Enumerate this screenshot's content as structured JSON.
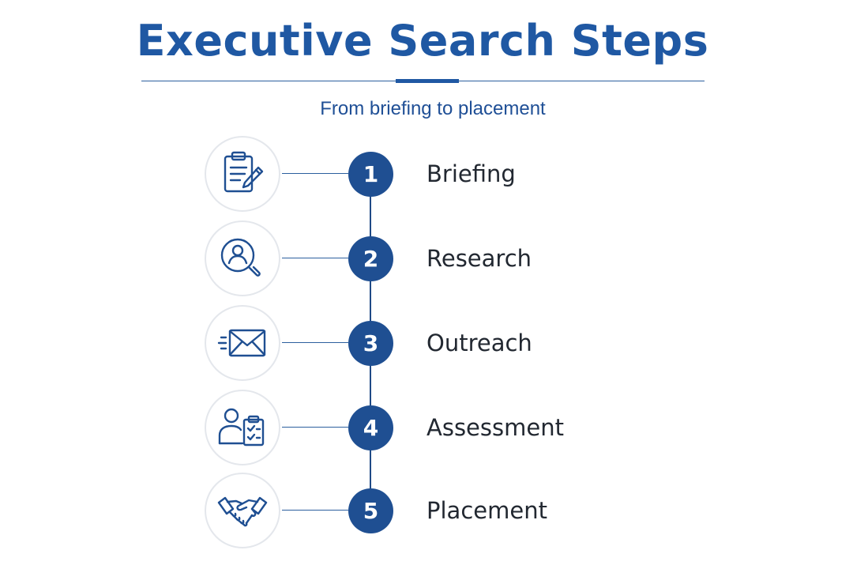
{
  "header": {
    "title": "Executive Search Steps",
    "subtitle": "From briefing to placement"
  },
  "colors": {
    "primary": "#1f58a3",
    "number_fill": "#1f4f92",
    "line": "#2c5f9e",
    "text": "#222831",
    "icon_ring": "#e4e7ec"
  },
  "steps": [
    {
      "number": "1",
      "label": "Briefing",
      "icon": "clipboard-pencil-icon"
    },
    {
      "number": "2",
      "label": "Research",
      "icon": "person-magnifier-icon"
    },
    {
      "number": "3",
      "label": "Outreach",
      "icon": "envelope-icon"
    },
    {
      "number": "4",
      "label": "Assessment",
      "icon": "person-checklist-icon"
    },
    {
      "number": "5",
      "label": "Placement",
      "icon": "handshake-icon"
    }
  ]
}
